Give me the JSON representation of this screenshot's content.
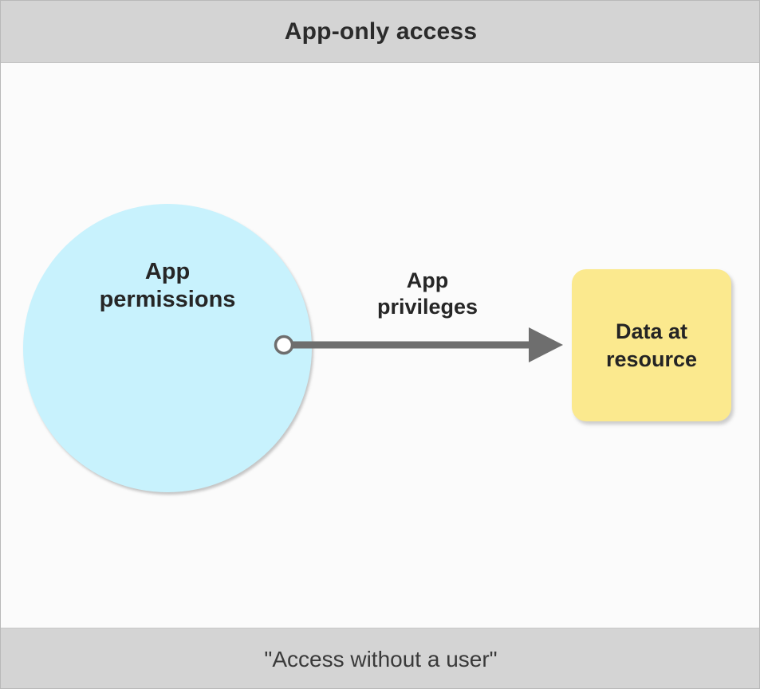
{
  "figure": {
    "header_title": "App-only access",
    "footer_caption": "\"Access without a user\"",
    "background": "#fbfbfb",
    "band_color": "#d4d4d4",
    "border_color": "#b9b9b9"
  },
  "nodes": {
    "app_permissions": {
      "label": "App\npermissions",
      "shape": "circle",
      "fill": "#c8f2fd",
      "icon": "app-grid-icon",
      "icon_colors": [
        "#5e9cee",
        "#2a83e6",
        "#0f73d4"
      ]
    },
    "data_at_resource": {
      "label": "Data at\nresource",
      "shape": "rounded-rectangle",
      "fill": "#fbe98e"
    }
  },
  "edges": [
    {
      "label": "App\nprivileges",
      "from": "app_permissions",
      "to": "data_at_resource",
      "color": "#6e6e6e",
      "start_marker": "circle",
      "end_marker": "arrowhead"
    }
  ]
}
